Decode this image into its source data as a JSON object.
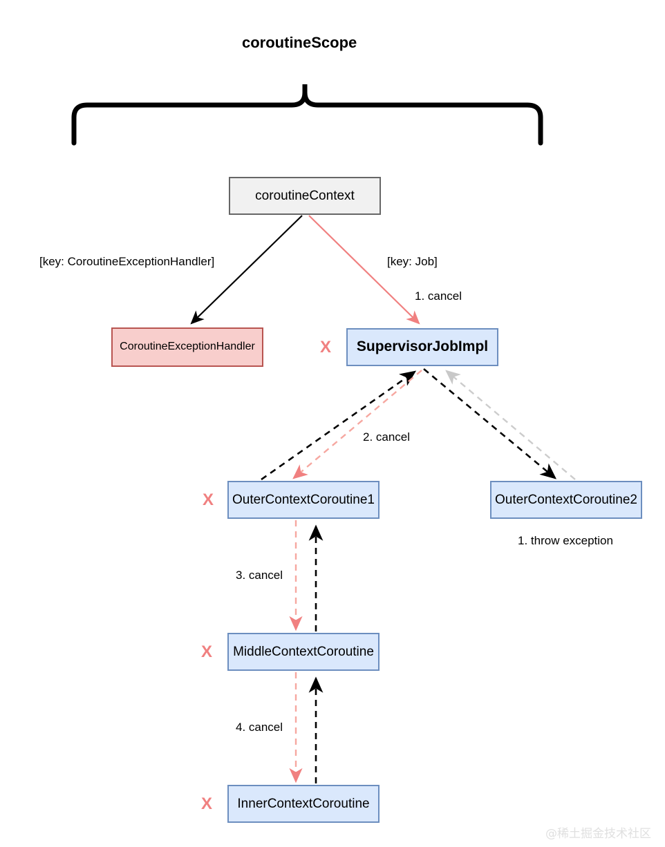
{
  "diagram": {
    "title": "coroutineScope",
    "colors": {
      "accent_red": "#f08080",
      "node_blue_fill": "#dae8fc",
      "node_blue_stroke": "#6c8ebf",
      "node_pink_fill": "#f8cecc",
      "node_pink_stroke": "#b85450",
      "node_gray_fill": "#f1f1f1",
      "node_gray_stroke": "#666666",
      "edge_black": "#000000",
      "edge_gray": "#cccccc",
      "watermark": "#e0e0e0"
    },
    "nodes": [
      {
        "id": "coroutineContext",
        "label": "coroutineContext",
        "style": "gray"
      },
      {
        "id": "coroutineExceptionHandler",
        "label": "CoroutineExceptionHandler",
        "style": "pink"
      },
      {
        "id": "supervisorJobImpl",
        "label": "SupervisorJobImpl",
        "style": "blue-bold"
      },
      {
        "id": "outerContextCoroutine1",
        "label": "OuterContextCoroutine1",
        "style": "blue"
      },
      {
        "id": "outerContextCoroutine2",
        "label": "OuterContextCoroutine2",
        "style": "blue"
      },
      {
        "id": "middleContextCoroutine",
        "label": "MiddleContextCoroutine",
        "style": "blue"
      },
      {
        "id": "innerContextCoroutine",
        "label": "InnerContextCoroutine",
        "style": "blue"
      }
    ],
    "edge_labels": {
      "key_handler": "[key: CoroutineExceptionHandler]",
      "key_job": "[key: Job]",
      "step1_cancel": "1. cancel",
      "step1_throw": "1. throw exception",
      "step2_cancel": "2. cancel",
      "step3_cancel": "3. cancel",
      "step4_cancel": "4. cancel"
    },
    "cancel_markers": {
      "supervisor": "X",
      "outer1": "X",
      "middle": "X",
      "inner": "X"
    },
    "watermark": "@稀土掘金技术社区"
  }
}
